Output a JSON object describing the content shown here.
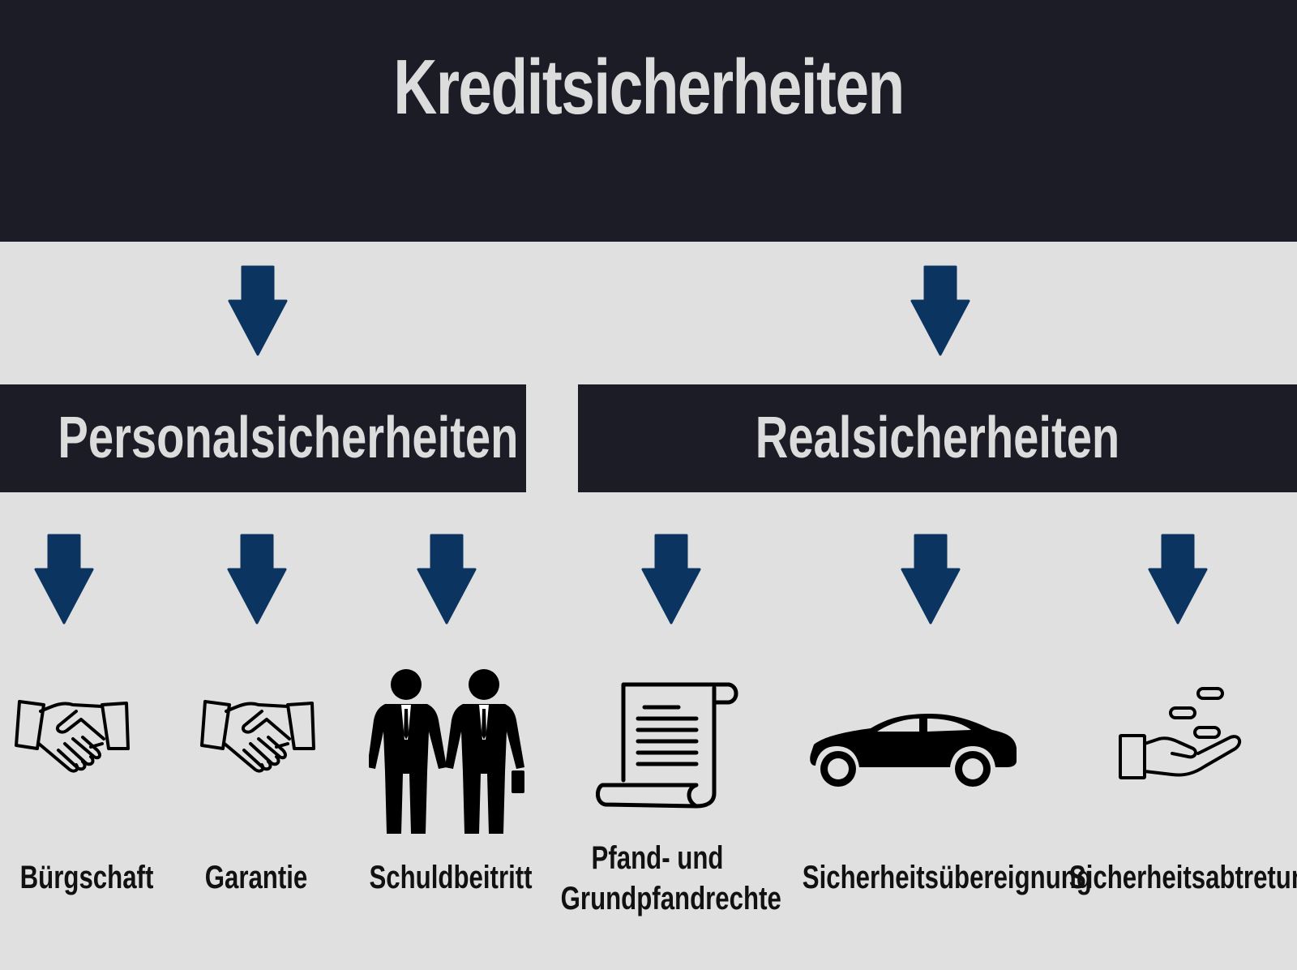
{
  "title": "Kreditsicherheiten",
  "categories": {
    "personal": "Personalsicherheiten",
    "real": "Realsicherheiten"
  },
  "items": {
    "buergschaft": "Bürgschaft",
    "garantie": "Garantie",
    "schuldbeitritt": "Schuldbeitritt",
    "pfand_line1": "Pfand- und",
    "pfand_line2": "Grundpfandrechte",
    "sicherheitsuebereignung": "Sicherheitsübereignung",
    "sicherheitsabtretung": "Sicherheitsabtretung"
  },
  "colors": {
    "dark_band": "#1b1c26",
    "background": "#e0e0e0",
    "arrow": "#0b3560",
    "heading_text": "#dcdcdc",
    "item_text": "#111111"
  },
  "icons": [
    "handshake-icon",
    "handshake-icon",
    "businessmen-icon",
    "scroll-document-icon",
    "car-icon",
    "hand-coins-icon"
  ]
}
